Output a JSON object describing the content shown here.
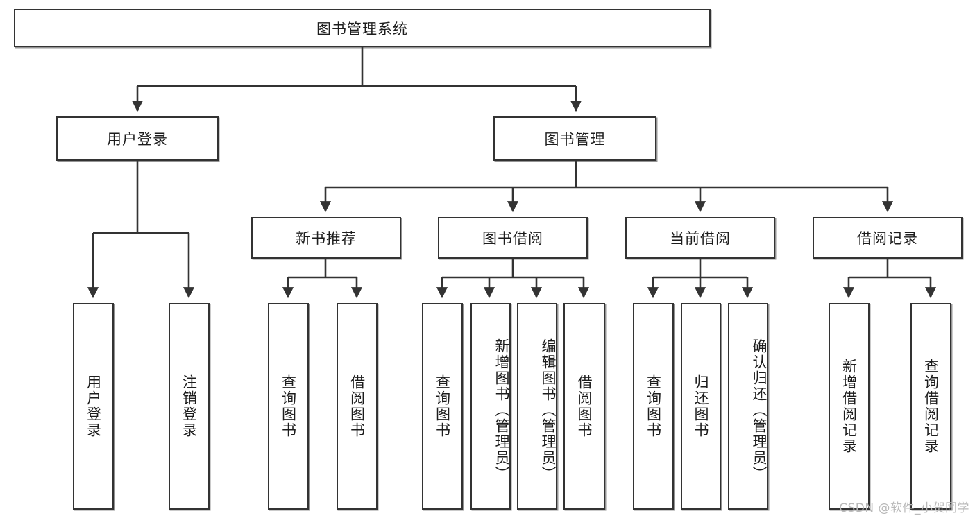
{
  "diagram": {
    "type": "tree",
    "title": "图书管理系统",
    "root": {
      "label": "图书管理系统"
    },
    "level2": [
      {
        "label": "用户登录"
      },
      {
        "label": "图书管理"
      }
    ],
    "level3": [
      {
        "label": "新书推荐"
      },
      {
        "label": "图书借阅"
      },
      {
        "label": "当前借阅"
      },
      {
        "label": "借阅记录"
      }
    ],
    "leaves": {
      "user_login": [
        {
          "label": "用户登录"
        },
        {
          "label": "注销登录"
        }
      ],
      "new_book": [
        {
          "label": "查询图书"
        },
        {
          "label": "借阅图书"
        }
      ],
      "borrow": [
        {
          "label": "查询图书"
        },
        {
          "label": "新增图书（管理员）"
        },
        {
          "label": "编辑图书（管理员）"
        },
        {
          "label": "借阅图书"
        }
      ],
      "current": [
        {
          "label": "查询图书"
        },
        {
          "label": "归还图书"
        },
        {
          "label": "确认归还（管理员）"
        }
      ],
      "records": [
        {
          "label": "新增借阅记录"
        },
        {
          "label": "查询借阅记录"
        }
      ]
    }
  },
  "watermark": {
    "text": "CSDN @软件_小贺同学"
  },
  "colors": {
    "box_border": "#333333",
    "box_fill": "#ffffff",
    "connector": "#333333",
    "text": "#1d1d1d",
    "watermark": "#b9b9b9",
    "background": "#ffffff"
  }
}
